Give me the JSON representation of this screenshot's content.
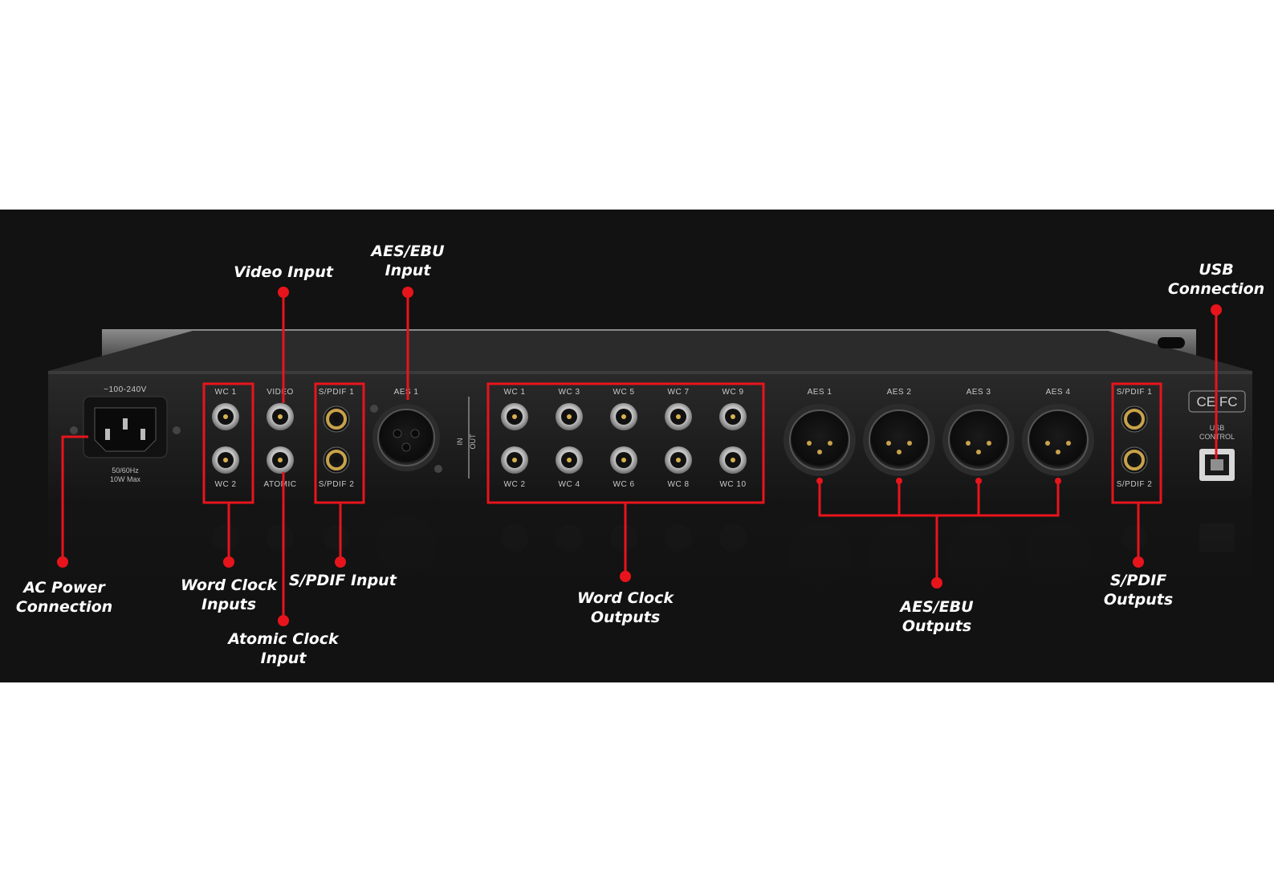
{
  "callouts": {
    "ac_power": [
      "AC Power",
      "Connection"
    ],
    "word_clock_inputs": [
      "Word Clock",
      "Inputs"
    ],
    "video_input": [
      "Video Input"
    ],
    "atomic_clock_input": [
      "Atomic Clock",
      "Input"
    ],
    "spdif_input": [
      "S/PDIF Input"
    ],
    "aes_ebu_input": [
      "AES/EBU",
      "Input"
    ],
    "word_clock_outputs": [
      "Word Clock",
      "Outputs"
    ],
    "aes_ebu_outputs": [
      "AES/EBU",
      "Outputs"
    ],
    "spdif_outputs": [
      "S/PDIF",
      "Outputs"
    ],
    "usb_connection": [
      "USB",
      "Connection"
    ]
  },
  "panel": {
    "voltage": "~100-240V",
    "power_rating_1": "50/60Hz",
    "power_rating_2": "10W Max",
    "wc_in_1": "WC 1",
    "wc_in_2": "WC 2",
    "video": "VIDEO",
    "atomic": "ATOMIC",
    "spdif_in_1": "S/PDIF 1",
    "spdif_in_2": "S/PDIF 2",
    "aes_in": "AES 1",
    "in_label": "IN",
    "out_label": "OUT",
    "wc_out_top": [
      "WC 1",
      "WC 3",
      "WC 5",
      "WC 7",
      "WC 9"
    ],
    "wc_out_bottom": [
      "WC 2",
      "WC 4",
      "WC 6",
      "WC 8",
      "WC 10"
    ],
    "aes_out": [
      "AES 1",
      "AES 2",
      "AES 3",
      "AES 4"
    ],
    "spdif_out_1": "S/PDIF 1",
    "spdif_out_2": "S/PDIF 2",
    "usb_1": "USB",
    "usb_2": "CONTROL",
    "cert_marks": "CE FC"
  },
  "colors": {
    "callout_red": "#e8141c",
    "panel_dark": "#1d1d1d",
    "background_band": "#121212",
    "rca_gold": "#c9a24a"
  }
}
